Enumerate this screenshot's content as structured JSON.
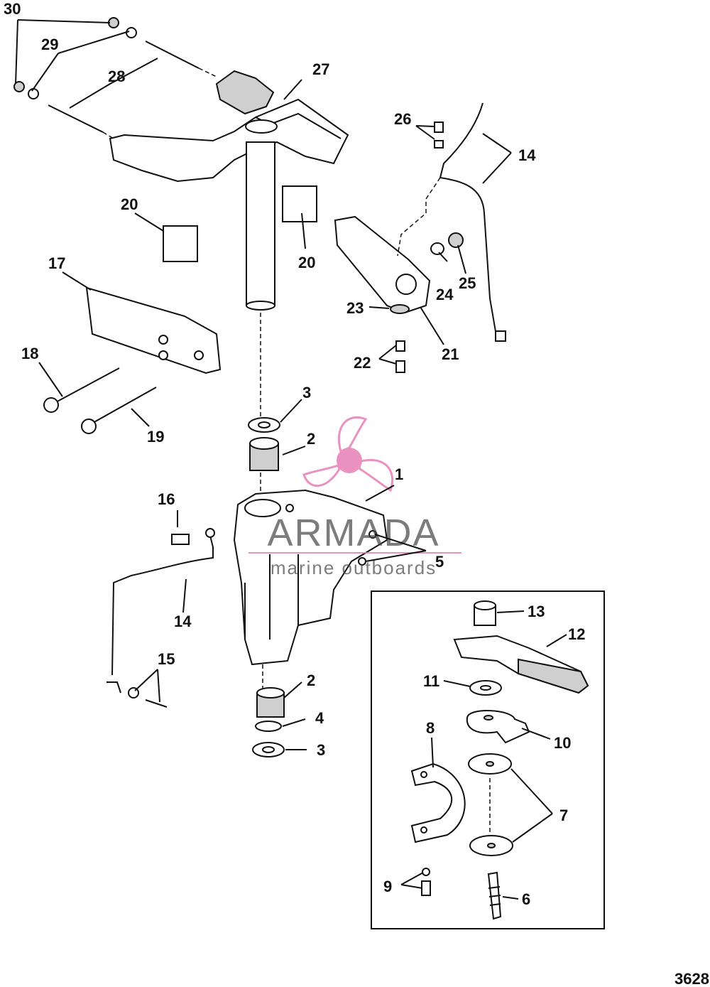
{
  "diagram_id": "3628",
  "watermark": {
    "brand": "ARMADA",
    "tagline": "marine outboards",
    "color": "#e77fb5"
  },
  "callouts": [
    "1",
    "2",
    "2",
    "3",
    "3",
    "4",
    "5",
    "6",
    "7",
    "8",
    "9",
    "10",
    "11",
    "12",
    "13",
    "14",
    "14",
    "15",
    "16",
    "17",
    "18",
    "19",
    "20",
    "20",
    "21",
    "22",
    "23",
    "24",
    "25",
    "26",
    "27",
    "28",
    "29",
    "30"
  ]
}
